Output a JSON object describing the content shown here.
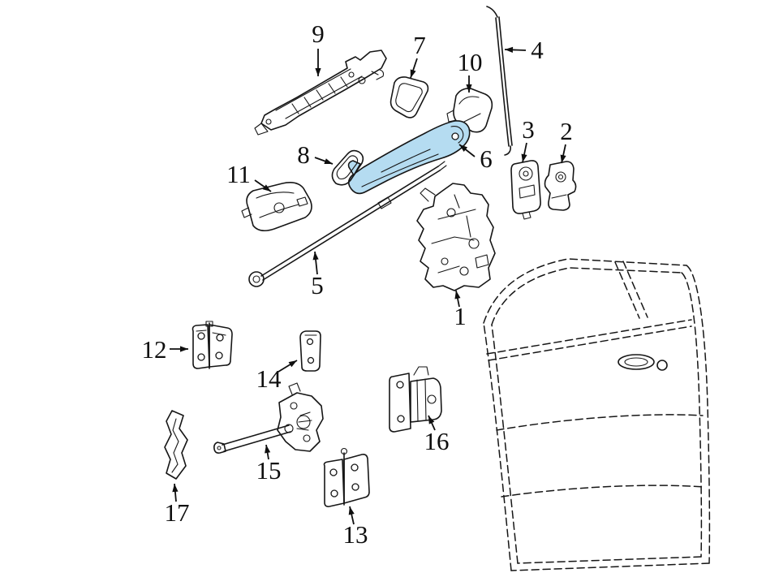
{
  "diagram": {
    "background": "#ffffff",
    "line_color": "#161616",
    "highlight_fill": "#b5dcf1",
    "highlighted_part": "6",
    "callouts": [
      {
        "label": "1"
      },
      {
        "label": "2"
      },
      {
        "label": "3"
      },
      {
        "label": "4"
      },
      {
        "label": "5"
      },
      {
        "label": "6"
      },
      {
        "label": "7"
      },
      {
        "label": "8"
      },
      {
        "label": "9"
      },
      {
        "label": "10"
      },
      {
        "label": "11"
      },
      {
        "label": "12"
      },
      {
        "label": "13"
      },
      {
        "label": "14"
      },
      {
        "label": "15"
      },
      {
        "label": "16"
      },
      {
        "label": "17"
      }
    ]
  }
}
